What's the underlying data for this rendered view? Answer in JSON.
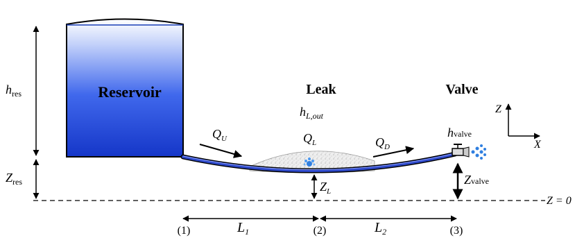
{
  "labels": {
    "reservoir": "Reservoir",
    "leak": "Leak",
    "valve": "Valve",
    "h_res_main": "h",
    "h_res_sub": "res",
    "z_res_main": "Z",
    "z_res_sub": "res",
    "q_u_main": "Q",
    "q_u_sub": "U",
    "h_lout_main": "h",
    "h_lout_sub": "L,out",
    "q_l_main": "Q",
    "q_l_sub": "L",
    "q_d_main": "Q",
    "q_d_sub": "D",
    "z_l_main": "Z",
    "z_l_sub": "L",
    "h_valve_main": "h",
    "h_valve_sub": "valve",
    "z_valve_main": "Z",
    "z_valve_sub": "valve",
    "axis_z": "Z",
    "axis_x": "X",
    "datum": "Z = 0",
    "l1_main": "L",
    "l1_sub": "1",
    "l2_main": "L",
    "l2_sub": "2",
    "node1": "(1)",
    "node2": "(2)",
    "node3": "(3)"
  },
  "colors": {
    "water_top": "#2a49d8",
    "water_bottom": "#0f2a9a",
    "pipe": "#1b2a8c",
    "leak_spray": "#2f7fe0",
    "soil": "#cfcfcf"
  },
  "icons": {
    "valve": "valve-icon",
    "leak_spray": "leak-spray-icon",
    "valve_spray": "water-spray-icon"
  }
}
